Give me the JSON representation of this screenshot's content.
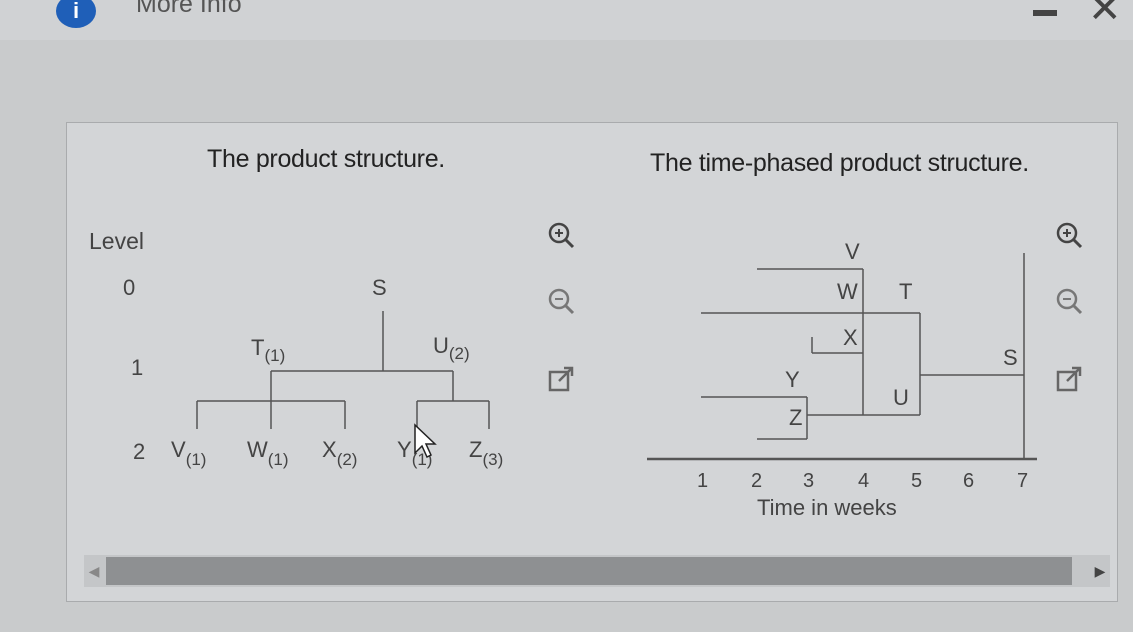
{
  "window": {
    "badge": "i",
    "title": "More Info",
    "minimize_icon": "minimize-icon",
    "close_icon": "close-icon",
    "close_glyph": "✕"
  },
  "left_figure": {
    "caption": "The product structure.",
    "level_header": "Level",
    "levels": [
      "0",
      "1",
      "2"
    ],
    "nodes": {
      "S": "S",
      "T": {
        "letter": "T",
        "qty": "(1)"
      },
      "U": {
        "letter": "U",
        "qty": "(2)"
      },
      "V": {
        "letter": "V",
        "qty": "(1)"
      },
      "W": {
        "letter": "W",
        "qty": "(1)"
      },
      "X": {
        "letter": "X",
        "qty": "(2)"
      },
      "Y": {
        "letter": "Y",
        "qty": "(1)"
      },
      "Z": {
        "letter": "Z",
        "qty": "(3)"
      }
    }
  },
  "right_figure": {
    "caption": "The time-phased product structure.",
    "axis_label": "Time in weeks",
    "ticks": [
      "1",
      "2",
      "3",
      "4",
      "5",
      "6",
      "7"
    ],
    "labels": {
      "V": "V",
      "W": "W",
      "T": "T",
      "X": "X",
      "S": "S",
      "Y": "Y",
      "U": "U",
      "Z": "Z"
    }
  },
  "toolbar_icons": [
    "zoom-in-icon",
    "zoom-out-icon",
    "popout-icon"
  ],
  "scrollbar": {
    "left_arrow": "◀",
    "right_arrow": "▶"
  }
}
